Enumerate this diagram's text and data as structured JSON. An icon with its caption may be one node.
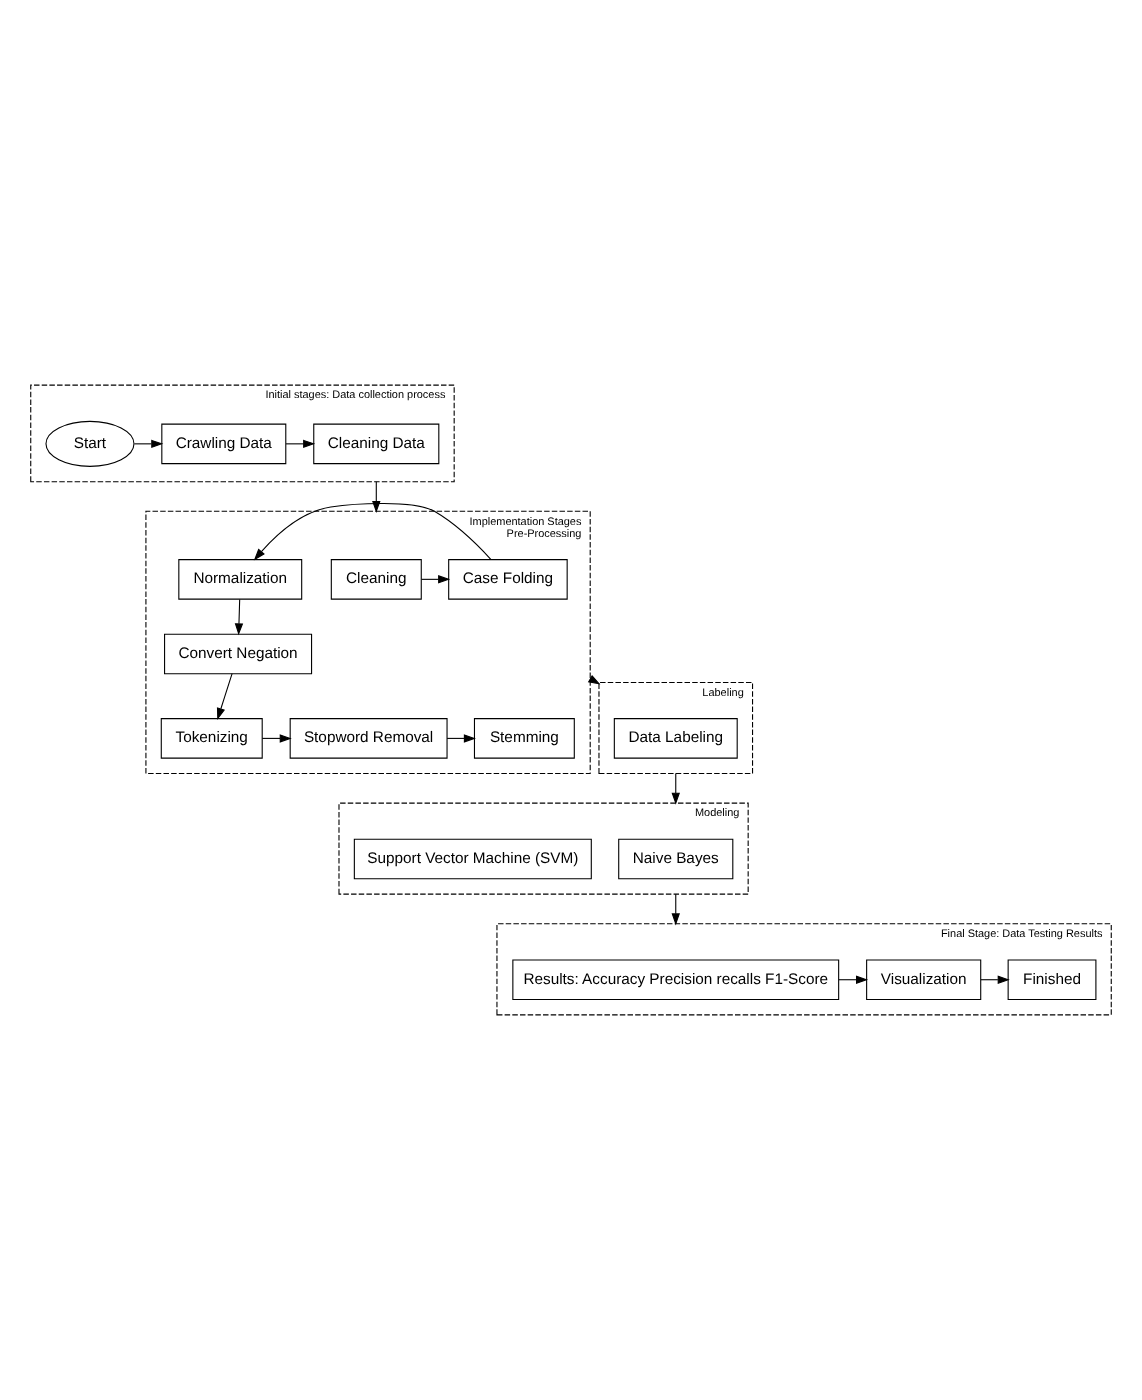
{
  "diagram": {
    "nodes": [
      {
        "text": [
          "Initial stages: Data collection process"
        ]
      },
      {
        "text": [
          "Cleaning Data"
        ],
        "in": 0
      },
      {
        "text": [
          "Crawling Data"
        ],
        "in": 0
      },
      {
        "text": [
          "Start"
        ],
        "in": 0
      },
      {
        "text": [
          "Implementation Stages",
          "Pre-Processing"
        ]
      },
      {
        "text": [
          "Cleaning"
        ],
        "in": 4
      },
      {
        "text": [
          "Case Folding"
        ],
        "in": 4
      },
      {
        "text": [
          "Normalization"
        ],
        "in": 4
      },
      {
        "text": [
          "Convert Negation"
        ],
        "in": 4
      },
      {
        "text": [
          "Stemming"
        ],
        "in": 4
      },
      {
        "text": [
          "Stopword Removal"
        ],
        "in": 4
      },
      {
        "text": [
          "Tokenizing"
        ],
        "in": 4
      },
      {
        "text": [
          "Labeling"
        ]
      },
      {
        "text": [
          "Data Labeling"
        ],
        "in": 12
      },
      {
        "text": [
          "Modeling"
        ]
      },
      {
        "text": [
          "Naive Bayes"
        ],
        "in": 14
      },
      {
        "text": [
          "Support Vector Machine (SVM)"
        ],
        "in": 14
      },
      {
        "text": [
          "Final Stage: Data Testing Results"
        ]
      },
      {
        "text": [
          "Results: Accuracy Precision recalls F1-Score"
        ],
        "in": 17
      },
      {
        "text": [
          "Visualization"
        ],
        "in": 17
      },
      {
        "text": [
          "Finished"
        ],
        "in": 17
      }
    ],
    "edges": [
      {
        "from": 3,
        "to": 2,
        "arrow": "to"
      },
      {
        "from": 2,
        "to": 1,
        "arrow": "to"
      },
      {
        "from": 5,
        "to": 6,
        "arrow": "to"
      },
      {
        "from": 6,
        "to": 7,
        "arrow": "to"
      },
      {
        "from": 7,
        "to": 8,
        "arrow": "to"
      },
      {
        "from": 8,
        "to": 11,
        "arrow": "to"
      },
      {
        "from": 11,
        "to": 10,
        "arrow": "to"
      },
      {
        "from": 10,
        "to": 9,
        "arrow": "to"
      },
      {
        "from": 0,
        "to": 4,
        "arrow": "to"
      },
      {
        "from": 4,
        "to": 12,
        "arrow": "to"
      },
      {
        "from": 12,
        "to": 14,
        "arrow": "to"
      },
      {
        "from": 14,
        "to": 17,
        "arrow": "to"
      },
      {
        "from": 18,
        "to": 19,
        "arrow": "to"
      },
      {
        "from": 19,
        "to": 20,
        "arrow": "to"
      }
    ]
  }
}
